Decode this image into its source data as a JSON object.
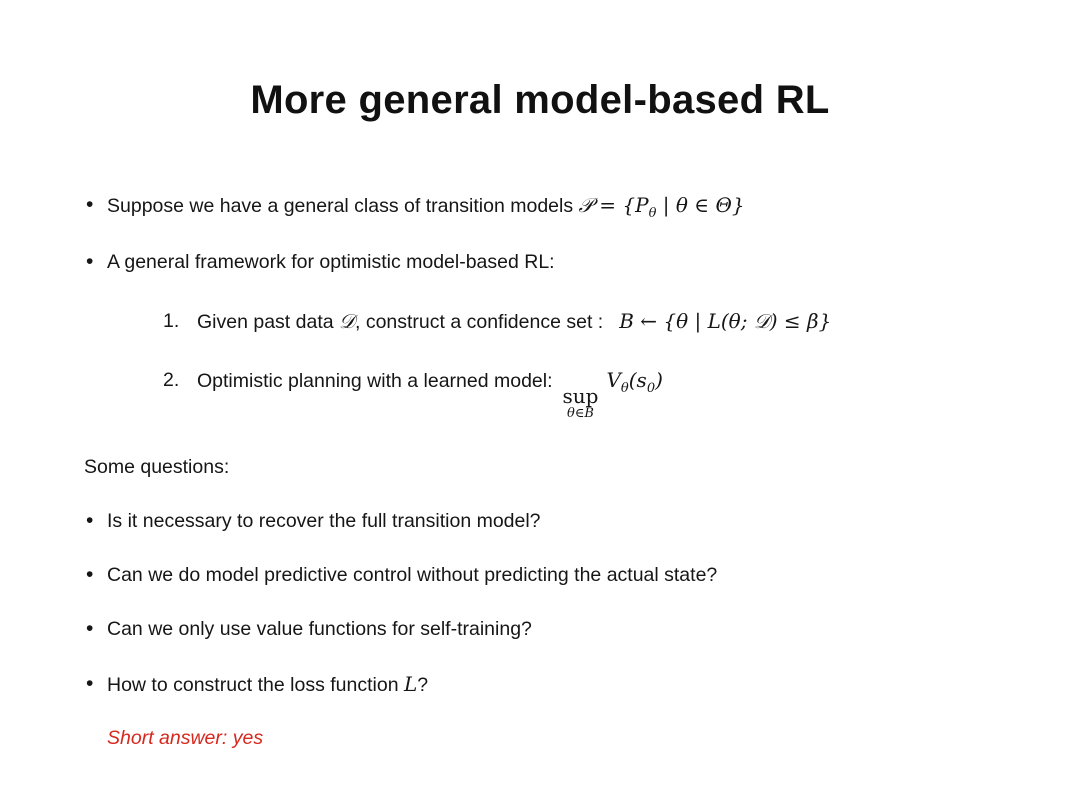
{
  "colors": {
    "text": "#161616",
    "answer_red": "#d7281e",
    "background": "#ffffff"
  },
  "title": "More general model-based RL",
  "b1": {
    "text": "Suppose we have a general class of transition models ",
    "m1": "𝒫 = {P",
    "sub": "θ",
    "m2": " | θ ∈ Θ}"
  },
  "b2": {
    "text": "A general framework for optimistic model-based RL:"
  },
  "s1": {
    "num": "1.",
    "t1": "Given past data ",
    "d": "𝒟",
    "t2": ", construct a confidence set :",
    "m": "B ← {θ | L(θ; 𝒟) ≤ β}"
  },
  "s2": {
    "num": "2.",
    "t1": "Optimistic planning with a learned model:",
    "sup": "sup",
    "under": "θ∈B",
    "v": "V",
    "vsub": "θ",
    "a1": "(s",
    "asub": "0",
    "a2": ")"
  },
  "questions_heading": "Some questions:",
  "q1": "Is it necessary to recover the full transition model?",
  "q2": "Can we do model predictive control without predicting the actual state?",
  "q3": "Can we only use value functions for self-training?",
  "q4": {
    "t1": "How to construct the loss function ",
    "m": "L",
    "t2": "?"
  },
  "answer": "Short answer: yes"
}
